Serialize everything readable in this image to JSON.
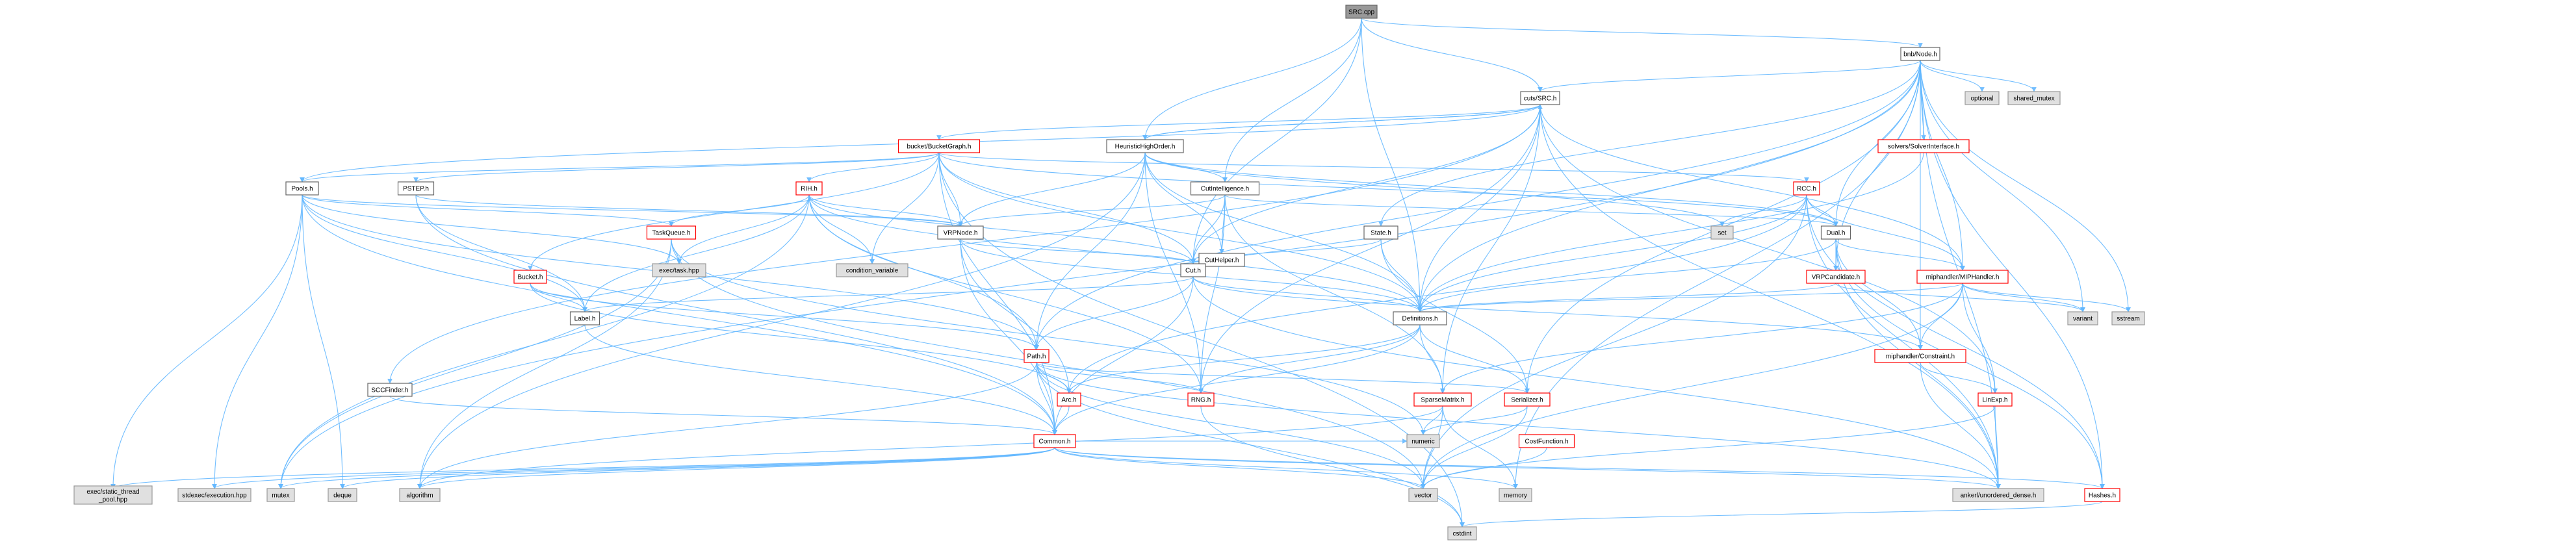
{
  "title": "SRC.cpp include dependency graph",
  "colors": {
    "edge": "#63b8ff",
    "root_fill": "#999999",
    "normal_fill": "#ffffff",
    "red_border": "#ff0000",
    "black_border": "#666666",
    "system_fill": "#e0e0e0",
    "system_border": "#999999"
  },
  "nodes": [
    {
      "id": "src_cpp",
      "label": "SRC.cpp",
      "style": "root"
    },
    {
      "id": "bnb_node",
      "label": "bnb/Node.h",
      "style": "normal"
    },
    {
      "id": "cuts_src",
      "label": "cuts/SRC.h",
      "style": "normal"
    },
    {
      "id": "optional",
      "label": "optional",
      "style": "system"
    },
    {
      "id": "shared_mutex",
      "label": "shared_mutex",
      "style": "system"
    },
    {
      "id": "bucket_graph",
      "label": "bucket/BucketGraph.h",
      "style": "red"
    },
    {
      "id": "heuristic",
      "label": "HeuristicHighOrder.h",
      "style": "normal"
    },
    {
      "id": "solver_iface",
      "label": "solvers/SolverInterface.h",
      "style": "red"
    },
    {
      "id": "pools",
      "label": "Pools.h",
      "style": "normal"
    },
    {
      "id": "pstep",
      "label": "PSTEP.h",
      "style": "normal"
    },
    {
      "id": "rih",
      "label": "RIH.h",
      "style": "red"
    },
    {
      "id": "cutintel",
      "label": "CutIntelligence.h",
      "style": "normal"
    },
    {
      "id": "rcc",
      "label": "RCC.h",
      "style": "red"
    },
    {
      "id": "set",
      "label": "set",
      "style": "system"
    },
    {
      "id": "state",
      "label": "State.h",
      "style": "normal"
    },
    {
      "id": "dual",
      "label": "Dual.h",
      "style": "normal"
    },
    {
      "id": "taskqueue",
      "label": "TaskQueue.h",
      "style": "red"
    },
    {
      "id": "vrpnode",
      "label": "VRPNode.h",
      "style": "normal"
    },
    {
      "id": "cuthelper",
      "label": "CutHelper.h",
      "style": "normal"
    },
    {
      "id": "cond_var",
      "label": "condition_variable",
      "style": "system"
    },
    {
      "id": "exec_task",
      "label": "exec/task.hpp",
      "style": "system"
    },
    {
      "id": "cut",
      "label": "Cut.h",
      "style": "normal"
    },
    {
      "id": "vrpcand",
      "label": "VRPCandidate.h",
      "style": "red"
    },
    {
      "id": "mip_handler",
      "label": "miphandler/MIPHandler.h",
      "style": "red"
    },
    {
      "id": "bucket",
      "label": "Bucket.h",
      "style": "red"
    },
    {
      "id": "label",
      "label": "Label.h",
      "style": "normal"
    },
    {
      "id": "definitions",
      "label": "Definitions.h",
      "style": "normal"
    },
    {
      "id": "variant",
      "label": "variant",
      "style": "system"
    },
    {
      "id": "sstream",
      "label": "sstream",
      "style": "system"
    },
    {
      "id": "path",
      "label": "Path.h",
      "style": "red"
    },
    {
      "id": "mip_constraint",
      "label": "miphandler/Constraint.h",
      "style": "red"
    },
    {
      "id": "sccfinder",
      "label": "SCCFinder.h",
      "style": "normal"
    },
    {
      "id": "sparse",
      "label": "SparseMatrix.h",
      "style": "red"
    },
    {
      "id": "serializer",
      "label": "Serializer.h",
      "style": "red"
    },
    {
      "id": "linexp",
      "label": "LinExp.h",
      "style": "red"
    },
    {
      "id": "arc",
      "label": "Arc.h",
      "style": "red"
    },
    {
      "id": "rng",
      "label": "RNG.h",
      "style": "red"
    },
    {
      "id": "costfn",
      "label": "CostFunction.h",
      "style": "red"
    },
    {
      "id": "common",
      "label": "Common.h",
      "style": "red"
    },
    {
      "id": "numeric",
      "label": "numeric",
      "style": "system"
    },
    {
      "id": "exec_static",
      "label": "exec/static_thread_pool.hpp",
      "label2": "_pool.hpp",
      "style": "system"
    },
    {
      "id": "stdexec",
      "label": "stdexec/execution.hpp",
      "style": "system"
    },
    {
      "id": "mutex",
      "label": "mutex",
      "style": "system"
    },
    {
      "id": "deque",
      "label": "deque",
      "style": "system"
    },
    {
      "id": "algorithm",
      "label": "algorithm",
      "style": "system"
    },
    {
      "id": "vector",
      "label": "vector",
      "style": "system"
    },
    {
      "id": "memory",
      "label": "memory",
      "style": "system"
    },
    {
      "id": "ankerl",
      "label": "ankerl/unordered_dense.h",
      "style": "system"
    },
    {
      "id": "hashes",
      "label": "Hashes.h",
      "style": "red"
    },
    {
      "id": "cstdint",
      "label": "cstdint",
      "style": "system"
    }
  ],
  "edges": [
    [
      "src_cpp",
      "bnb_node"
    ],
    [
      "src_cpp",
      "cuts_src"
    ],
    [
      "src_cpp",
      "heuristic"
    ],
    [
      "src_cpp",
      "cutintel"
    ],
    [
      "src_cpp",
      "definitions"
    ],
    [
      "src_cpp",
      "cut"
    ],
    [
      "bnb_node",
      "optional"
    ],
    [
      "bnb_node",
      "shared_mutex"
    ],
    [
      "bnb_node",
      "cuts_src"
    ],
    [
      "bnb_node",
      "solver_iface"
    ],
    [
      "bnb_node",
      "dual"
    ],
    [
      "bnb_node",
      "state"
    ],
    [
      "bnb_node",
      "vrpcand"
    ],
    [
      "bnb_node",
      "mip_handler"
    ],
    [
      "bnb_node",
      "definitions"
    ],
    [
      "bnb_node",
      "variant"
    ],
    [
      "bnb_node",
      "sstream"
    ],
    [
      "bnb_node",
      "serializer"
    ],
    [
      "bnb_node",
      "path"
    ],
    [
      "bnb_node",
      "hashes"
    ],
    [
      "bnb_node",
      "ankerl"
    ],
    [
      "bnb_node",
      "memory"
    ],
    [
      "bnb_node",
      "mutex"
    ],
    [
      "bnb_node",
      "mip_constraint"
    ],
    [
      "cuts_src",
      "bucket_graph"
    ],
    [
      "cuts_src",
      "heuristic"
    ],
    [
      "cuts_src",
      "cut"
    ],
    [
      "cuts_src",
      "definitions"
    ],
    [
      "cuts_src",
      "sparse"
    ],
    [
      "cuts_src",
      "rng"
    ],
    [
      "cuts_src",
      "pools"
    ],
    [
      "cuts_src",
      "sccfinder"
    ],
    [
      "cuts_src",
      "mip_handler"
    ],
    [
      "cuts_src",
      "linexp"
    ],
    [
      "cuts_src",
      "ankerl"
    ],
    [
      "bucket_graph",
      "pools"
    ],
    [
      "bucket_graph",
      "pstep"
    ],
    [
      "bucket_graph",
      "rih"
    ],
    [
      "bucket_graph",
      "rcc"
    ],
    [
      "bucket_graph",
      "bucket"
    ],
    [
      "bucket_graph",
      "vrpnode"
    ],
    [
      "bucket_graph",
      "cut"
    ],
    [
      "bucket_graph",
      "definitions"
    ],
    [
      "bucket_graph",
      "dual"
    ],
    [
      "bucket_graph",
      "cstdint"
    ],
    [
      "bucket_graph",
      "cond_var"
    ],
    [
      "bucket_graph",
      "common"
    ],
    [
      "heuristic",
      "cutintel"
    ],
    [
      "heuristic",
      "vrpnode"
    ],
    [
      "heuristic",
      "path"
    ],
    [
      "heuristic",
      "set"
    ],
    [
      "heuristic",
      "dual"
    ],
    [
      "heuristic",
      "rng"
    ],
    [
      "heuristic",
      "cuthelper"
    ],
    [
      "heuristic",
      "algorithm"
    ],
    [
      "heuristic",
      "definitions"
    ],
    [
      "heuristic",
      "cuts_src"
    ],
    [
      "solver_iface",
      "definitions"
    ],
    [
      "pools",
      "vrpnode"
    ],
    [
      "pools",
      "taskqueue"
    ],
    [
      "pools",
      "label"
    ],
    [
      "pools",
      "exec_task"
    ],
    [
      "pools",
      "exec_static"
    ],
    [
      "pools",
      "stdexec"
    ],
    [
      "pools",
      "deque"
    ],
    [
      "pools",
      "common"
    ],
    [
      "pools",
      "path"
    ],
    [
      "pstep",
      "vrpnode"
    ],
    [
      "pstep",
      "label"
    ],
    [
      "pstep",
      "common"
    ],
    [
      "rih",
      "taskqueue"
    ],
    [
      "rih",
      "vrpnode"
    ],
    [
      "rih",
      "cut"
    ],
    [
      "rih",
      "label"
    ],
    [
      "rih",
      "cond_var"
    ],
    [
      "rih",
      "exec_task"
    ],
    [
      "rih",
      "path"
    ],
    [
      "rih",
      "mutex"
    ],
    [
      "rih",
      "definitions"
    ],
    [
      "rih",
      "rng"
    ],
    [
      "cutintel",
      "vrpnode"
    ],
    [
      "cutintel",
      "cuthelper"
    ],
    [
      "cutintel",
      "cut"
    ],
    [
      "cutintel",
      "rng"
    ],
    [
      "cutintel",
      "sparse"
    ],
    [
      "cutintel",
      "dual"
    ],
    [
      "rcc",
      "dual"
    ],
    [
      "rcc",
      "set"
    ],
    [
      "rcc",
      "mip_handler"
    ],
    [
      "rcc",
      "definitions"
    ],
    [
      "rcc",
      "arc"
    ],
    [
      "rcc",
      "vector"
    ],
    [
      "rcc",
      "ankerl"
    ],
    [
      "rcc",
      "hashes"
    ],
    [
      "state",
      "cut"
    ],
    [
      "state",
      "definitions"
    ],
    [
      "state",
      "serializer"
    ],
    [
      "dual",
      "vrpcand"
    ],
    [
      "dual",
      "mip_handler"
    ],
    [
      "dual",
      "mip_constraint"
    ],
    [
      "dual",
      "hashes"
    ],
    [
      "dual",
      "ankerl"
    ],
    [
      "dual",
      "definitions"
    ],
    [
      "taskqueue",
      "exec_task"
    ],
    [
      "taskqueue",
      "algorithm"
    ],
    [
      "taskqueue",
      "mutex"
    ],
    [
      "taskqueue",
      "numeric"
    ],
    [
      "taskqueue",
      "vector"
    ],
    [
      "vrpnode",
      "cut"
    ],
    [
      "vrpnode",
      "common"
    ],
    [
      "vrpnode",
      "arc"
    ],
    [
      "vrpnode",
      "definitions"
    ],
    [
      "cuthelper",
      "cut"
    ],
    [
      "cut",
      "definitions"
    ],
    [
      "cut",
      "path"
    ],
    [
      "cut",
      "label"
    ],
    [
      "cut",
      "common"
    ],
    [
      "cut",
      "ankerl"
    ],
    [
      "cut",
      "mip_constraint"
    ],
    [
      "vrpcand",
      "definitions"
    ],
    [
      "vrpcand",
      "variant"
    ],
    [
      "mip_handler",
      "mip_constraint"
    ],
    [
      "mip_handler",
      "linexp"
    ],
    [
      "mip_handler",
      "sparse"
    ],
    [
      "mip_handler",
      "variant"
    ],
    [
      "mip_handler",
      "sstream"
    ],
    [
      "mip_handler",
      "vector"
    ],
    [
      "mip_handler",
      "definitions"
    ],
    [
      "bucket",
      "label"
    ],
    [
      "bucket",
      "path"
    ],
    [
      "bucket",
      "arc"
    ],
    [
      "label",
      "common"
    ],
    [
      "definitions",
      "arc"
    ],
    [
      "definitions",
      "rng"
    ],
    [
      "definitions",
      "serializer"
    ],
    [
      "definitions",
      "sparse"
    ],
    [
      "definitions",
      "common"
    ],
    [
      "path",
      "arc"
    ],
    [
      "path",
      "rng"
    ],
    [
      "path",
      "common"
    ],
    [
      "path",
      "serializer"
    ],
    [
      "path",
      "cstdint"
    ],
    [
      "path",
      "vector"
    ],
    [
      "path",
      "algorithm"
    ],
    [
      "path",
      "ankerl"
    ],
    [
      "mip_constraint",
      "linexp"
    ],
    [
      "mip_constraint",
      "ankerl"
    ],
    [
      "sccfinder",
      "common"
    ],
    [
      "sparse",
      "vector"
    ],
    [
      "sparse",
      "numeric"
    ],
    [
      "sparse",
      "algorithm"
    ],
    [
      "sparse",
      "memory"
    ],
    [
      "serializer",
      "vector"
    ],
    [
      "serializer",
      "numeric"
    ],
    [
      "linexp",
      "vector"
    ],
    [
      "linexp",
      "ankerl"
    ],
    [
      "arc",
      "common"
    ],
    [
      "rng",
      "cstdint"
    ],
    [
      "costfn",
      "vector"
    ],
    [
      "common",
      "exec_static"
    ],
    [
      "common",
      "stdexec"
    ],
    [
      "common",
      "mutex"
    ],
    [
      "common",
      "deque"
    ],
    [
      "common",
      "algorithm"
    ],
    [
      "common",
      "vector"
    ],
    [
      "common",
      "memory"
    ],
    [
      "common",
      "ankerl"
    ],
    [
      "common",
      "hashes"
    ],
    [
      "common",
      "numeric"
    ],
    [
      "hashes",
      "cstdint"
    ]
  ]
}
